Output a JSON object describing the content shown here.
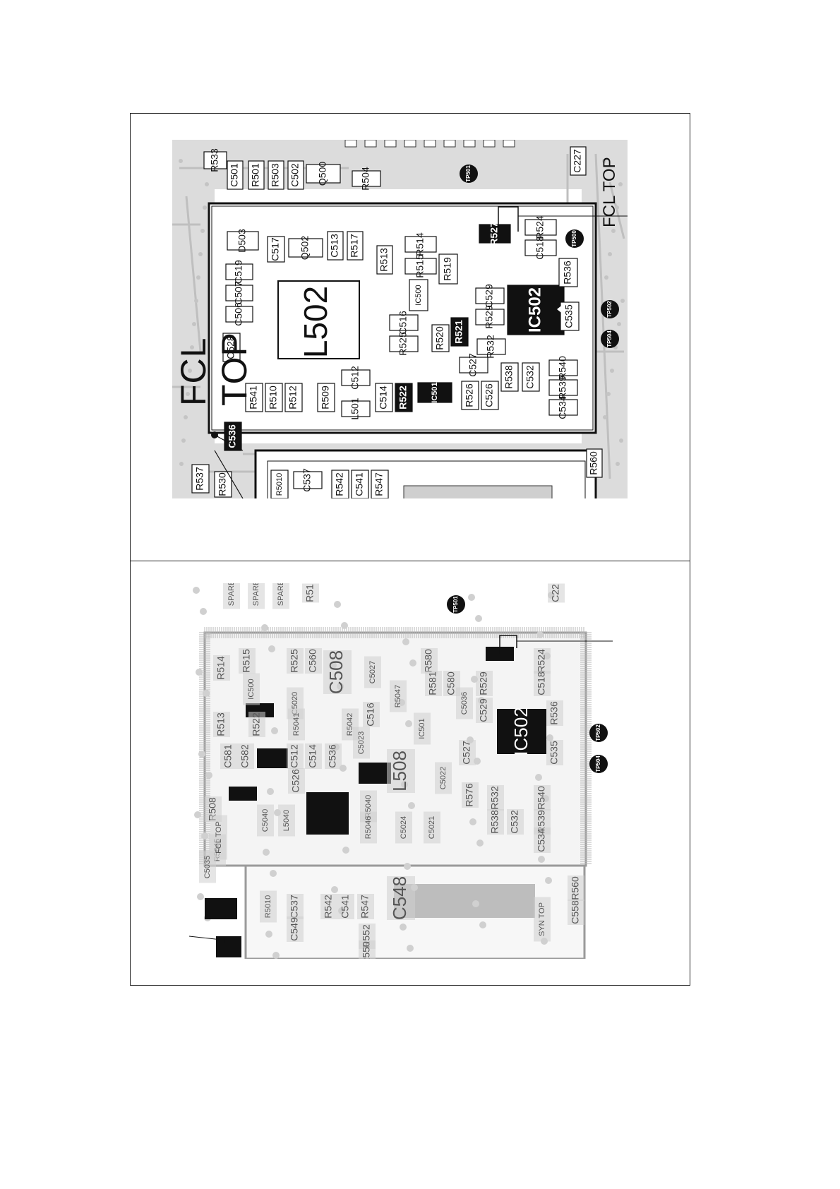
{
  "top_panel": {
    "title": "FCL TOP",
    "side_label": "FCL TOP",
    "components": [
      {
        "ref": "R533",
        "hl": false
      },
      {
        "ref": "C501",
        "hl": false
      },
      {
        "ref": "R501",
        "hl": false
      },
      {
        "ref": "R503",
        "hl": false
      },
      {
        "ref": "C502",
        "hl": false
      },
      {
        "ref": "Q500",
        "hl": false
      },
      {
        "ref": "R504",
        "hl": false
      },
      {
        "ref": "C227",
        "hl": false
      },
      {
        "ref": "D503",
        "hl": false
      },
      {
        "ref": "C517",
        "hl": false
      },
      {
        "ref": "Q502",
        "hl": false
      },
      {
        "ref": "C513",
        "hl": false
      },
      {
        "ref": "R517",
        "hl": false
      },
      {
        "ref": "R513",
        "hl": false
      },
      {
        "ref": "R514",
        "hl": false
      },
      {
        "ref": "R515",
        "hl": false
      },
      {
        "ref": "R519",
        "hl": false
      },
      {
        "ref": "IC500",
        "hl": false
      },
      {
        "ref": "R527",
        "hl": true
      },
      {
        "ref": "R524",
        "hl": false
      },
      {
        "ref": "C518",
        "hl": false
      },
      {
        "ref": "C519",
        "hl": false
      },
      {
        "ref": "C507",
        "hl": false
      },
      {
        "ref": "C506",
        "hl": false
      },
      {
        "ref": "C528",
        "hl": false
      },
      {
        "ref": "L502",
        "hl": false
      },
      {
        "ref": "C516",
        "hl": false
      },
      {
        "ref": "R525",
        "hl": false
      },
      {
        "ref": "R520",
        "hl": false
      },
      {
        "ref": "R521",
        "hl": true
      },
      {
        "ref": "C529",
        "hl": false
      },
      {
        "ref": "R529",
        "hl": false
      },
      {
        "ref": "IC502",
        "hl": true
      },
      {
        "ref": "R536",
        "hl": false
      },
      {
        "ref": "C535",
        "hl": false
      },
      {
        "ref": "R532",
        "hl": false
      },
      {
        "ref": "C527",
        "hl": false
      },
      {
        "ref": "R541",
        "hl": false
      },
      {
        "ref": "R510",
        "hl": false
      },
      {
        "ref": "R512",
        "hl": false
      },
      {
        "ref": "R509",
        "hl": false
      },
      {
        "ref": "C512",
        "hl": false
      },
      {
        "ref": "L501",
        "hl": false
      },
      {
        "ref": "C514",
        "hl": false
      },
      {
        "ref": "R522",
        "hl": true
      },
      {
        "ref": "IC501",
        "hl": true
      },
      {
        "ref": "R526",
        "hl": false
      },
      {
        "ref": "C526",
        "hl": false
      },
      {
        "ref": "R538",
        "hl": false
      },
      {
        "ref": "C532",
        "hl": false
      },
      {
        "ref": "R540",
        "hl": false
      },
      {
        "ref": "R539",
        "hl": false
      },
      {
        "ref": "C534",
        "hl": false
      },
      {
        "ref": "C536",
        "hl": true
      },
      {
        "ref": "R537",
        "hl": false
      },
      {
        "ref": "R530",
        "hl": false
      },
      {
        "ref": "R5010",
        "hl": false
      },
      {
        "ref": "C537",
        "hl": false
      },
      {
        "ref": "R542",
        "hl": false
      },
      {
        "ref": "C541",
        "hl": false
      },
      {
        "ref": "R547",
        "hl": false
      },
      {
        "ref": "R560",
        "hl": false
      }
    ],
    "test_points": [
      "TP501",
      "TP500",
      "TP502",
      "TP504"
    ]
  },
  "bottom_panel": {
    "labels": [
      "SPARE",
      "SPARE",
      "SPARE",
      "R51",
      "C22",
      "R515",
      "R514",
      "IC500",
      "R525",
      "C560",
      "C508",
      "C5027",
      "R580",
      "R524",
      "C518",
      "R513",
      "R522",
      "C5020",
      "R5041",
      "R5042",
      "C516",
      "R5047",
      "R581",
      "C580",
      "C5036",
      "R529",
      "C529",
      "IC501",
      "C581",
      "C582",
      "C512",
      "C514",
      "C536",
      "C5023",
      "L508",
      "C5022",
      "C527",
      "R508",
      "C526",
      "C5040",
      "L5040",
      "R5040",
      "R5046",
      "C5024",
      "C5021",
      "R576",
      "R532",
      "R538",
      "C532",
      "R540",
      "R539",
      "C534",
      "R5045",
      "C5035",
      "IC502",
      "R536",
      "C535",
      "R5010",
      "C537",
      "C549",
      "R542",
      "C541",
      "R547",
      "C548",
      "R552",
      "R550",
      "R560",
      "C558",
      "SYN TOP",
      "FCL TOP"
    ],
    "test_points": [
      "TP501",
      "TP502",
      "TP504"
    ]
  },
  "colors": {
    "line": "#111111",
    "trace": "#c8c8c8",
    "copper": "#d2d2d2",
    "label_bg": "#ffffff",
    "dark": "#111111"
  }
}
